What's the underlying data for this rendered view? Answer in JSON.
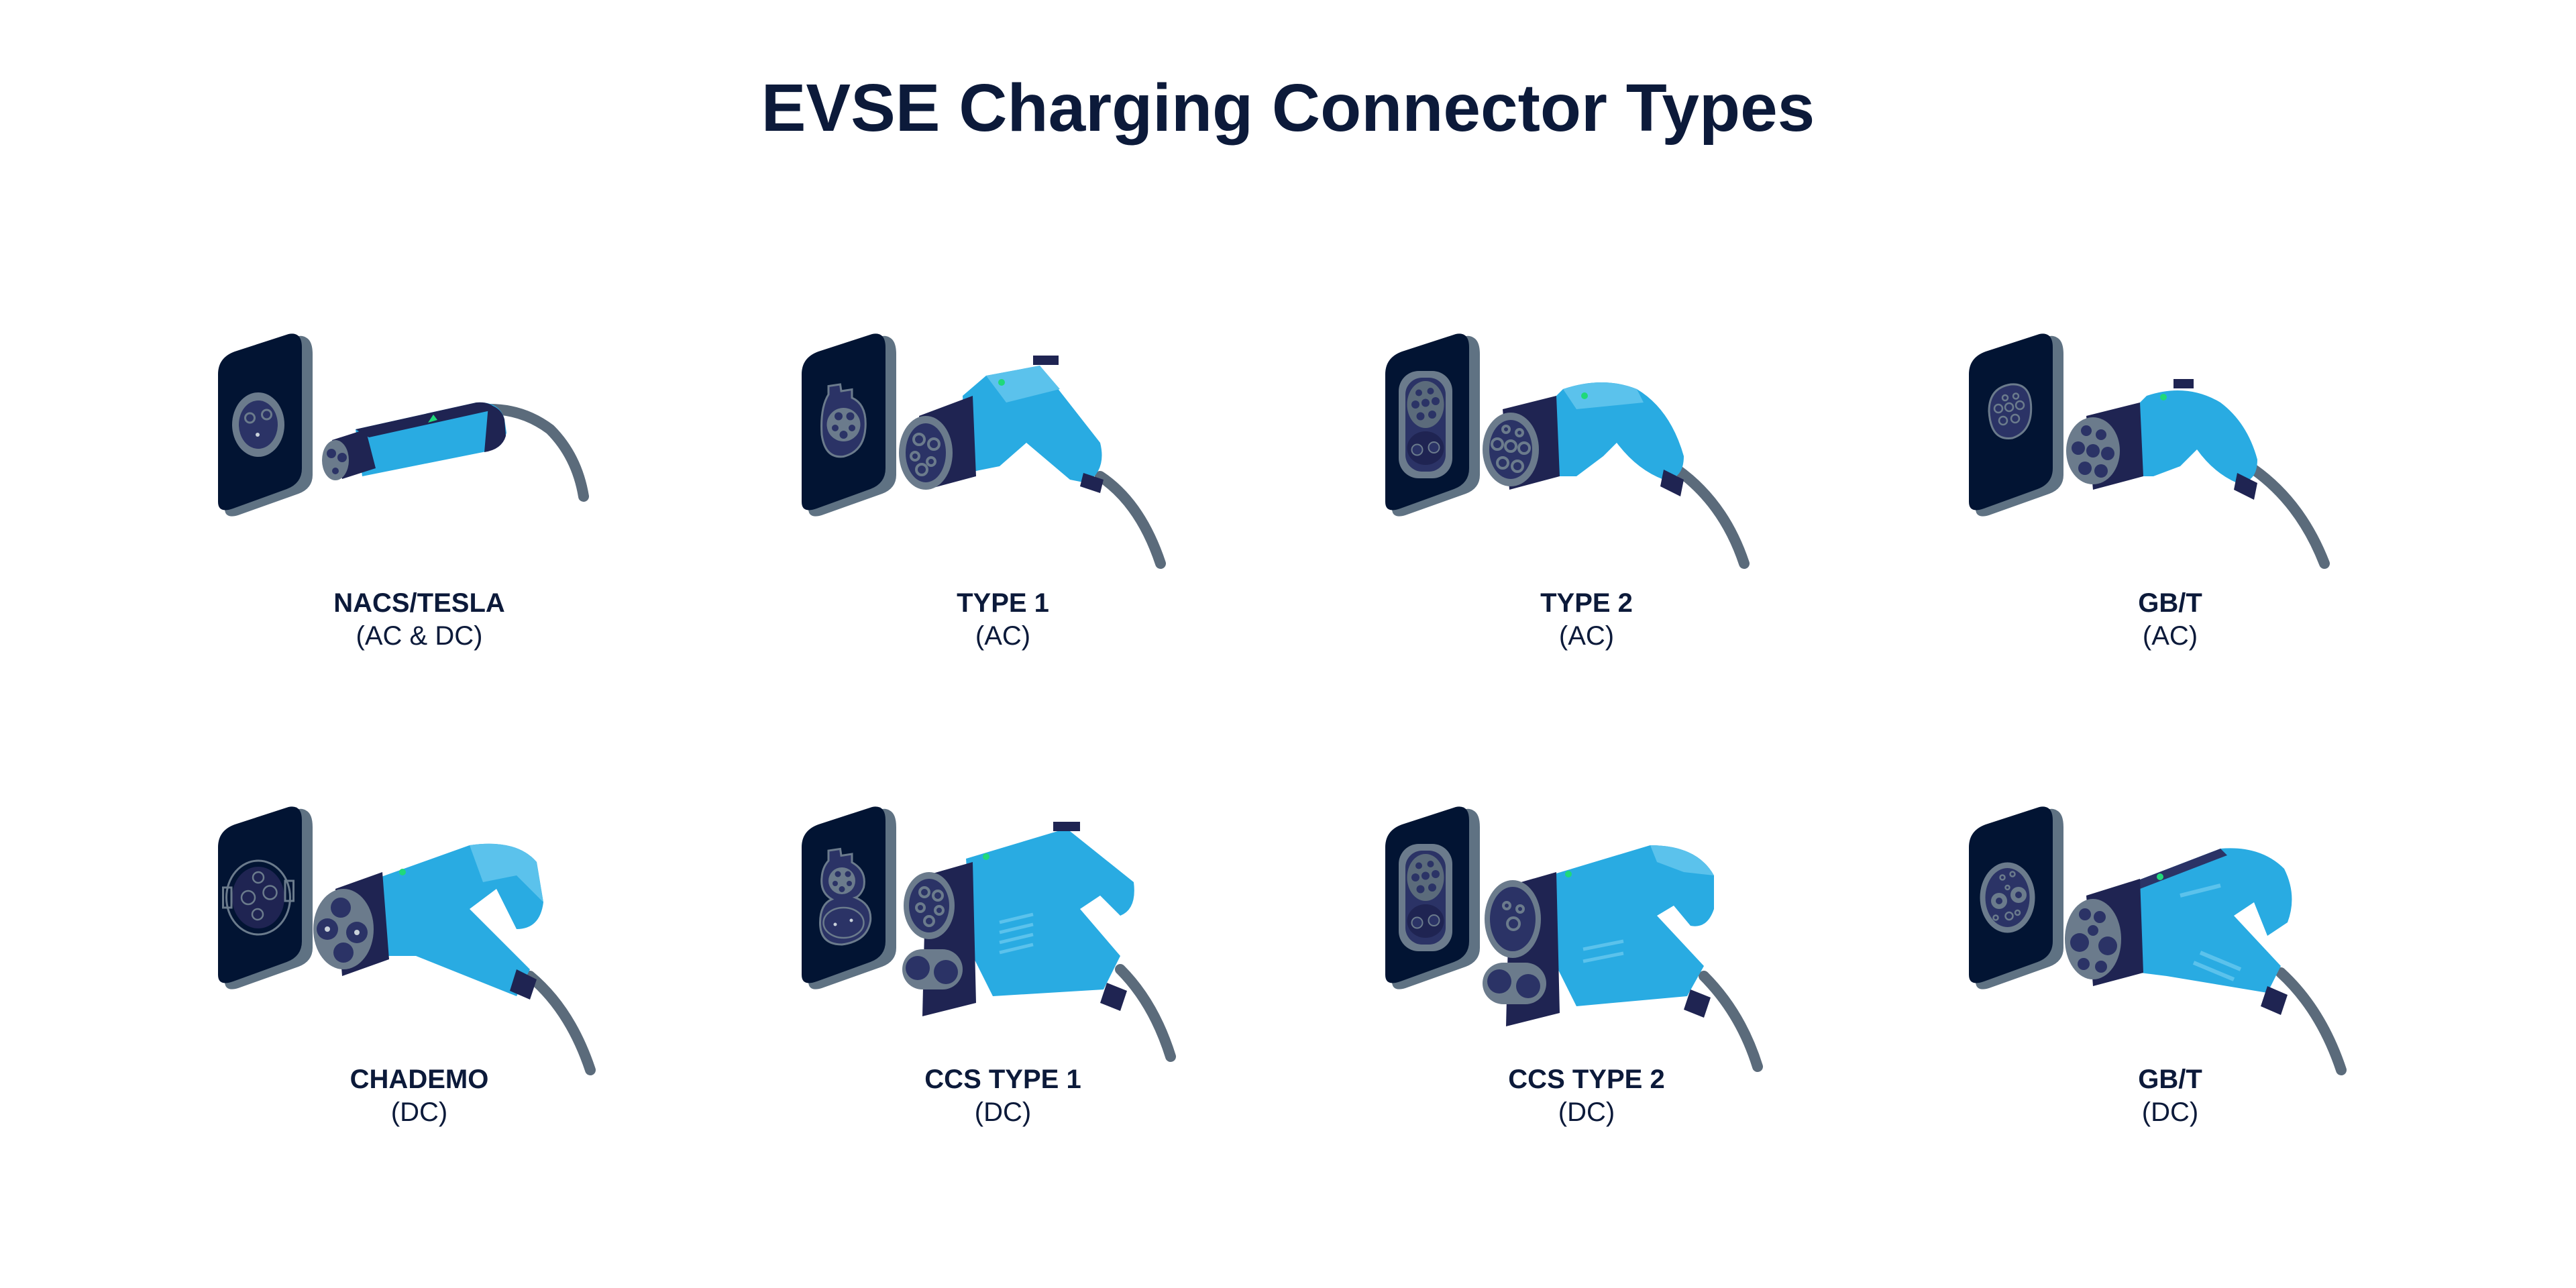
{
  "title": "EVSE Charging Connector Types",
  "colors": {
    "title": "#0c1a3a",
    "plate_face": "#021433",
    "plate_edge": "#5f7283",
    "socket_gray": "#6b7b8c",
    "socket_inner": "#2b3366",
    "plug_blue": "#29abe2",
    "plug_light": "#5bc2ec",
    "plug_dark": "#1f2452",
    "cable": "#5b6b7b",
    "led_green": "#20d97a",
    "background": "#ffffff"
  },
  "connectors": [
    {
      "name": "NACS/TESLA",
      "kind": "(AC & DC)",
      "icon": "nacs-connector"
    },
    {
      "name": "TYPE 1",
      "kind": "(AC)",
      "icon": "type1-connector"
    },
    {
      "name": "TYPE 2",
      "kind": "(AC)",
      "icon": "type2-connector"
    },
    {
      "name": "GB/T",
      "kind": "(AC)",
      "icon": "gbt-ac-connector"
    },
    {
      "name": "CHADEMO",
      "kind": "(DC)",
      "icon": "chademo-connector"
    },
    {
      "name": "CCS TYPE 1",
      "kind": "(DC)",
      "icon": "ccs1-connector"
    },
    {
      "name": "CCS TYPE 2",
      "kind": "(DC)",
      "icon": "ccs2-connector"
    },
    {
      "name": "GB/T",
      "kind": "(DC)",
      "icon": "gbt-dc-connector"
    }
  ]
}
